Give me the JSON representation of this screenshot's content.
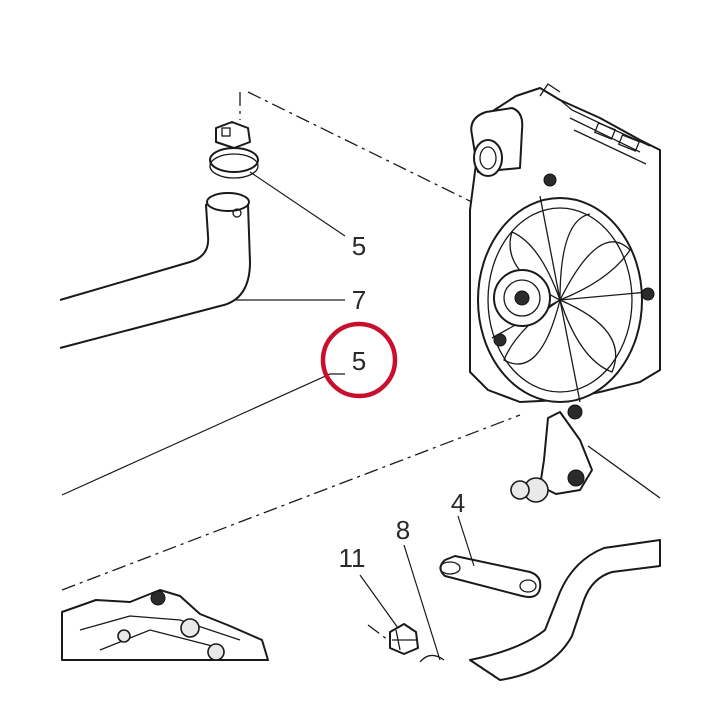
{
  "callouts": {
    "clamp_upper": "5",
    "hose": "7",
    "clamp_highlighted": "5",
    "strap": "4",
    "pipe": "8",
    "clip": "11"
  },
  "highlight": {
    "target": "clamp_highlighted",
    "color": "#c8102e"
  }
}
